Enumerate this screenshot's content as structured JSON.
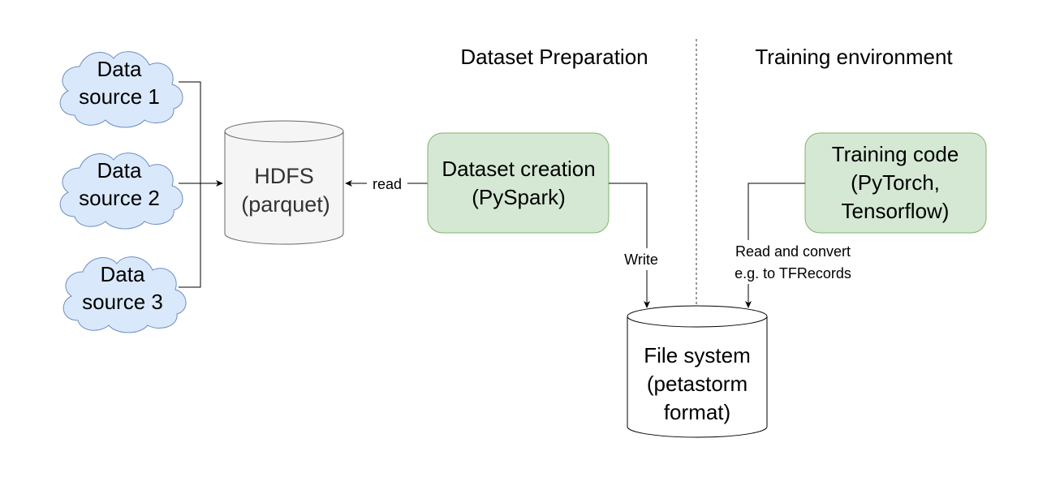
{
  "sections": {
    "preparation": "Dataset Preparation",
    "training": "Training environment"
  },
  "nodes": {
    "source1": {
      "line1": "Data",
      "line2": "source 1"
    },
    "source2": {
      "line1": "Data",
      "line2": "source 2"
    },
    "source3": {
      "line1": "Data",
      "line2": "source 3"
    },
    "hdfs": {
      "line1": "HDFS",
      "line2": "(parquet)"
    },
    "dataset_creation": {
      "line1": "Dataset creation",
      "line2": "(PySpark)"
    },
    "file_system": {
      "line1": "File system",
      "line2": "(petastorm",
      "line3": "format)"
    },
    "training_code": {
      "line1": "Training code",
      "line2": "(PyTorch,",
      "line3": "Tensorflow)"
    }
  },
  "edges": {
    "read": "read",
    "write": "Write",
    "read_convert_1": "Read and convert",
    "read_convert_2": "e.g. to TFRecords"
  },
  "colors": {
    "cloud_fill": "#dae8fc",
    "cloud_stroke": "#6c8ebf",
    "green_fill": "#d5e8d4",
    "green_stroke": "#82b366",
    "hdfs_fill": "#f5f5f5",
    "hdfs_stroke": "#666666"
  }
}
